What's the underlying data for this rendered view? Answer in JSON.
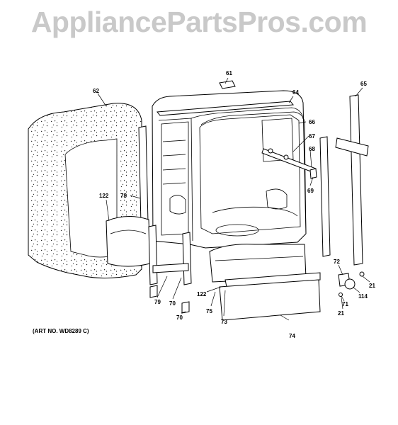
{
  "watermark": "AppliancePartsPros.com",
  "art_note": "(ART NO. WD8289 C)",
  "callouts": {
    "c61": "61",
    "c62": "62",
    "c64": "64",
    "c65": "65",
    "c66": "66",
    "c67": "67",
    "c68": "68",
    "c69": "69",
    "c122a": "122",
    "c78": "78",
    "c72": "72",
    "c21a": "21",
    "c114": "114",
    "c71": "71",
    "c21b": "21",
    "c122b": "122",
    "c75": "75",
    "c73": "73",
    "c74": "74",
    "c79": "79",
    "c70a": "70",
    "c70b": "70"
  }
}
